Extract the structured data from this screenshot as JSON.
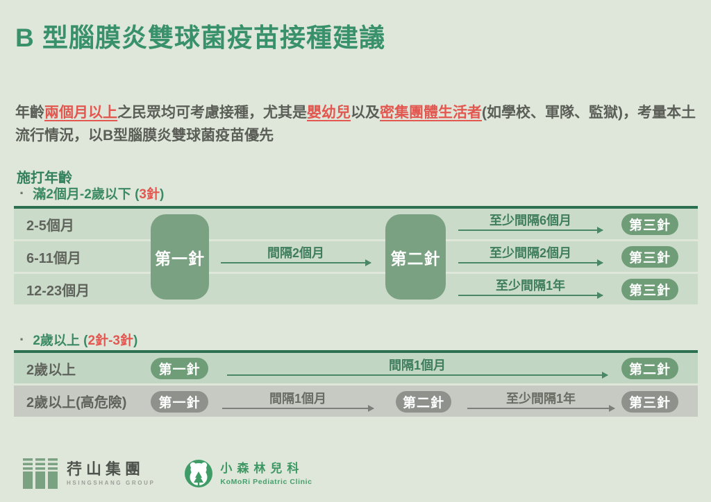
{
  "title": "B 型腦膜炎雙球菌疫苗接種建議",
  "intro": {
    "segments": [
      {
        "t": "年齡"
      },
      {
        "t": "兩個月以上",
        "red": true
      },
      {
        "t": "之民眾均可考慮接種，尤其是"
      },
      {
        "t": "嬰幼兒",
        "red": true
      },
      {
        "t": "以及"
      },
      {
        "t": "密集團體生活者",
        "red": true
      },
      {
        "t": "(如學校、軍隊、監獄)，考量本土流行情況，以B型腦膜炎雙球菌疫苗優先"
      }
    ]
  },
  "section": {
    "heading": "施打年齡",
    "bullet1": {
      "segments": [
        {
          "t": "滿2個月-2歲以下 ("
        },
        {
          "t": "3針",
          "red": true
        },
        {
          "t": ")"
        }
      ]
    },
    "bullet2": {
      "segments": [
        {
          "t": "2歲以上 ("
        },
        {
          "t": "2針-3針",
          "red": true
        },
        {
          "t": ")"
        }
      ]
    }
  },
  "table1": {
    "dose1": "第一針",
    "mid_interval": "間隔2個月",
    "dose2": "第二針",
    "rows": [
      {
        "label": "2-5個月",
        "interval": "至少間隔6個月",
        "dose3": "第三針"
      },
      {
        "label": "6-11個月",
        "interval": "至少間隔2個月",
        "dose3": "第三針"
      },
      {
        "label": "12-23個月",
        "interval": "至少間隔1年",
        "dose3": "第三針"
      }
    ]
  },
  "table2": {
    "row1": {
      "label": "2歲以上",
      "dose1": "第一針",
      "interval": "間隔1個月",
      "dose2": "第二針"
    },
    "row2": {
      "label": "2歲以上(高危險)",
      "dose1": "第一針",
      "interval1": "間隔1個月",
      "dose2": "第二針",
      "interval2": "至少間隔1年",
      "dose3": "第三針"
    }
  },
  "footer": {
    "group_name": "荇山集團",
    "group_sub": "HSINGSHANG GROUP",
    "clinic_name": "小森林兒科",
    "clinic_sub": "KoMoRi Pediatric Clinic"
  },
  "colors": {
    "background": "#dfe6da",
    "title_green": "#38916a",
    "body_gray": "#5a5e57",
    "highlight_red": "#e2574f",
    "border_dark_green": "#2c6f51",
    "row_green": "#cbdbc9",
    "row_green2": "#c2d6c4",
    "row_gray": "#c7c9c3",
    "block_green": "#7aa181",
    "pill_green": "#6f9d78",
    "pill_gray": "#8f928c",
    "arrow_green": "#4a8767",
    "arrow_gray": "#7d807a",
    "logo_green": "#7ba183",
    "clinic_green": "#3f9c66"
  }
}
